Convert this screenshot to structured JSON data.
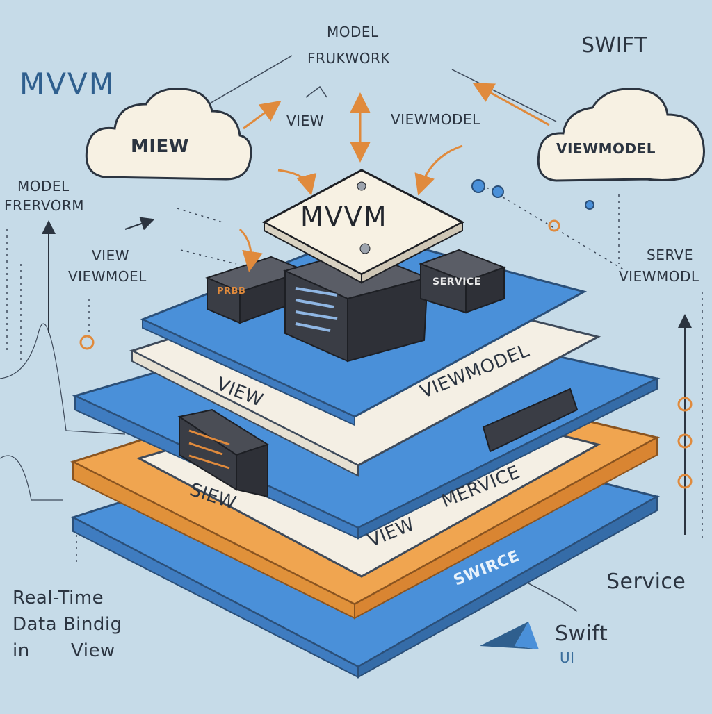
{
  "labels": {
    "top_left_title": "MVVM",
    "top_center_line1": "MODEL",
    "top_center_line2": "FRUKWORK",
    "top_right": "SWIFT",
    "cloud_left": "MIEW",
    "cloud_right": "VIEWMODEL",
    "arrow_view": "VIEW",
    "arrow_viewmodel": "VIEWMODEL",
    "left_model_line1": "MODEL",
    "left_model_line2": "FRERVORM",
    "left_view_line1": "VIEW",
    "left_view_line2": "VIEWMOEL",
    "right_serve_line1": "SERVE",
    "right_serve_line2": "VIEWMODL",
    "top_card": "MVVM",
    "box_left": "PRBB",
    "box_right": "SERVICE",
    "layer2_left": "VIEW",
    "layer2_right": "VIEWMODEL",
    "layer3_left": "SIEW",
    "layer3_mid": "VIEW",
    "layer3_right": "MERVICE",
    "layer5_text": "SWIRCE",
    "bottom_left_line1": "Real-Time",
    "bottom_left_line2": "Data Bindig",
    "bottom_left_line3": "in",
    "bottom_left_line4": "View",
    "bottom_right_service": "Service",
    "swift_logo_line1": "Swift",
    "swift_logo_line2": "UI"
  },
  "colors": {
    "background": "#c6dbe8",
    "blue_layer": "#4a90d9",
    "cream_layer": "#f4efe4",
    "orange_layer": "#f0a550",
    "dark_box": "#3a3d45",
    "accent_orange": "#e08a3c"
  }
}
